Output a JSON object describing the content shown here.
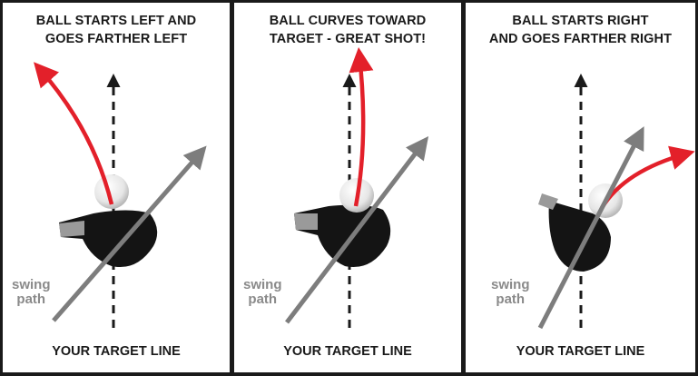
{
  "panels": [
    {
      "title_line1": "BALL STARTS LEFT AND",
      "title_line2": "GOES FARTHER LEFT",
      "swing_line1": "swing",
      "swing_line2": "path",
      "footer": "YOUR TARGET LINE"
    },
    {
      "title_line1": "BALL CURVES TOWARD",
      "title_line2": "TARGET - GREAT SHOT!",
      "swing_line1": "swing",
      "swing_line2": "path",
      "footer": "YOUR TARGET LINE"
    },
    {
      "title_line1": "BALL STARTS RIGHT",
      "title_line2": "AND GOES FARTHER RIGHT",
      "swing_line1": "swing",
      "swing_line2": "path",
      "footer": "YOUR TARGET LINE"
    }
  ],
  "colors": {
    "ball_flight": "#e3202a",
    "swing_path": "#7d7d7d",
    "target_line": "#1a1a1a",
    "club_head": "#141414",
    "text": "#1a1a1a",
    "swing_label": "#8a8a8a"
  }
}
